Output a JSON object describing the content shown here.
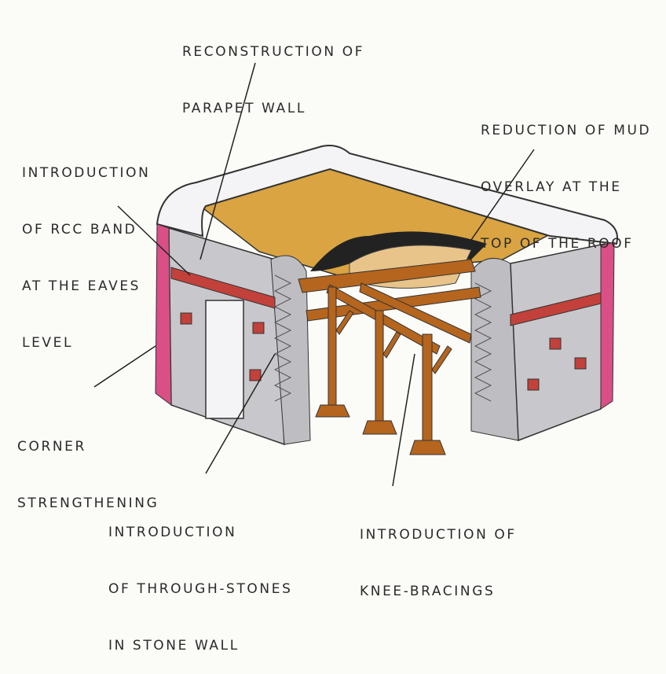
{
  "title": "Retrofitting measures for stone masonry building",
  "labels": {
    "parapet": [
      "RECONSTRUCTION OF",
      "PARAPET WALL"
    ],
    "mud": [
      "REDUCTION OF MUD",
      "OVERLAY AT THE",
      "TOP OF THE ROOF"
    ],
    "rcc": [
      "INTRODUCTION",
      "OF RCC BAND",
      "AT THE EAVES",
      "LEVEL"
    ],
    "corner": [
      "CORNER",
      "STRENGTHENING"
    ],
    "stones": [
      "INTRODUCTION",
      "OF THROUGH-STONES",
      "IN STONE WALL"
    ],
    "knee": [
      "INTRODUCTION OF",
      "KNEE-BRACINGS"
    ]
  },
  "colors": {
    "wall": "#c8c8cc",
    "parapet": "#f4f4f6",
    "roof": "#d9a441",
    "band": "#c2413a",
    "corner": "#d94f86",
    "timber": "#b5651d"
  }
}
